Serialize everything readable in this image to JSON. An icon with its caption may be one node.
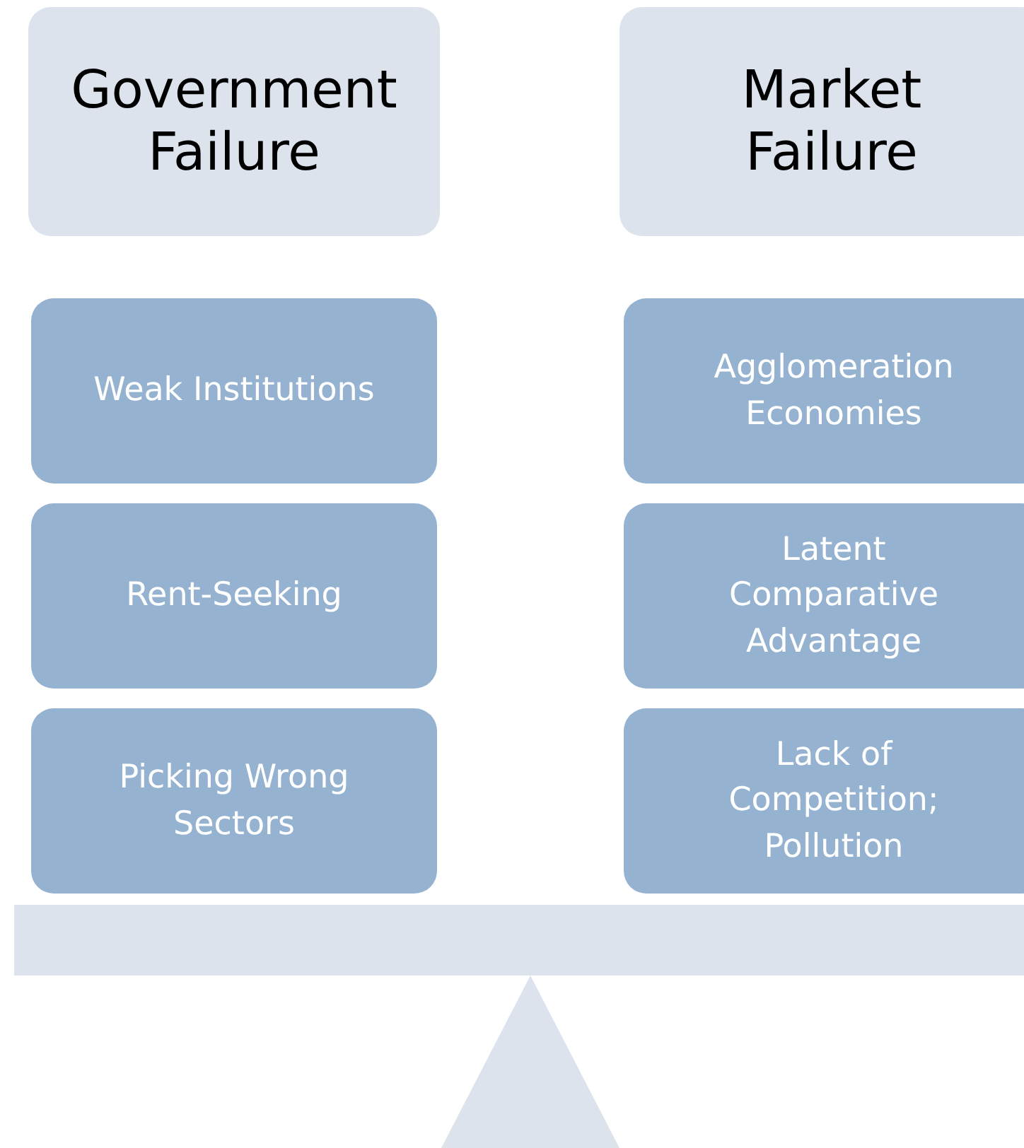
{
  "diagram": {
    "nodes": [
      {
        "text": [
          "Government Failure"
        ]
      },
      {
        "text": [
          "Market Failure"
        ]
      },
      {
        "text": [
          "Weak Institutions"
        ]
      },
      {
        "text": [
          "Agglomeration Economies"
        ]
      },
      {
        "text": [
          "Rent-Seeking"
        ]
      },
      {
        "text": [
          "Latent Comparative Advantage"
        ]
      },
      {
        "text": [
          "Picking Wrong Sectors"
        ]
      },
      {
        "text": [
          "Lack of Competition; Pollution"
        ]
      }
    ]
  }
}
